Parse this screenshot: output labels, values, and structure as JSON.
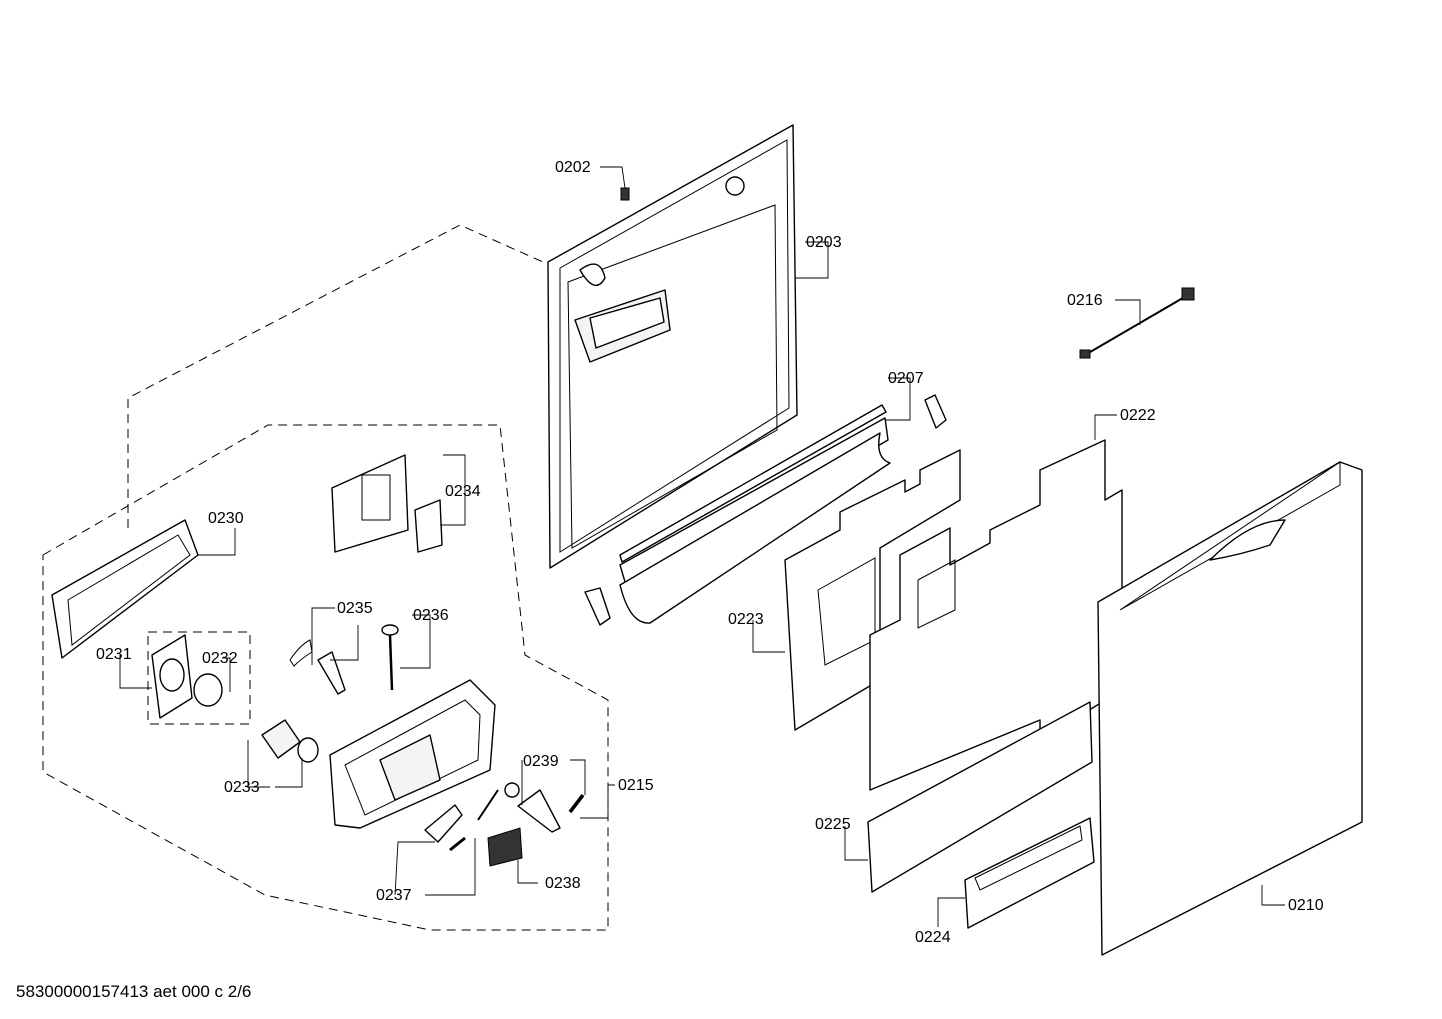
{
  "diagram": {
    "labels": {
      "p0202": "0202",
      "p0203": "0203",
      "p0207": "0207",
      "p0210": "0210",
      "p0215": "0215",
      "p0216": "0216",
      "p0222": "0222",
      "p0223": "0223",
      "p0224": "0224",
      "p0225": "0225",
      "p0230": "0230",
      "p0231": "0231",
      "p0232": "0232",
      "p0233": "0233",
      "p0234": "0234",
      "p0235": "0235",
      "p0236": "0236",
      "p0237": "0237",
      "p0238": "0238",
      "p0239": "0239"
    }
  },
  "footer": {
    "reference": "58300000157413 aet 000 c 2/6"
  }
}
